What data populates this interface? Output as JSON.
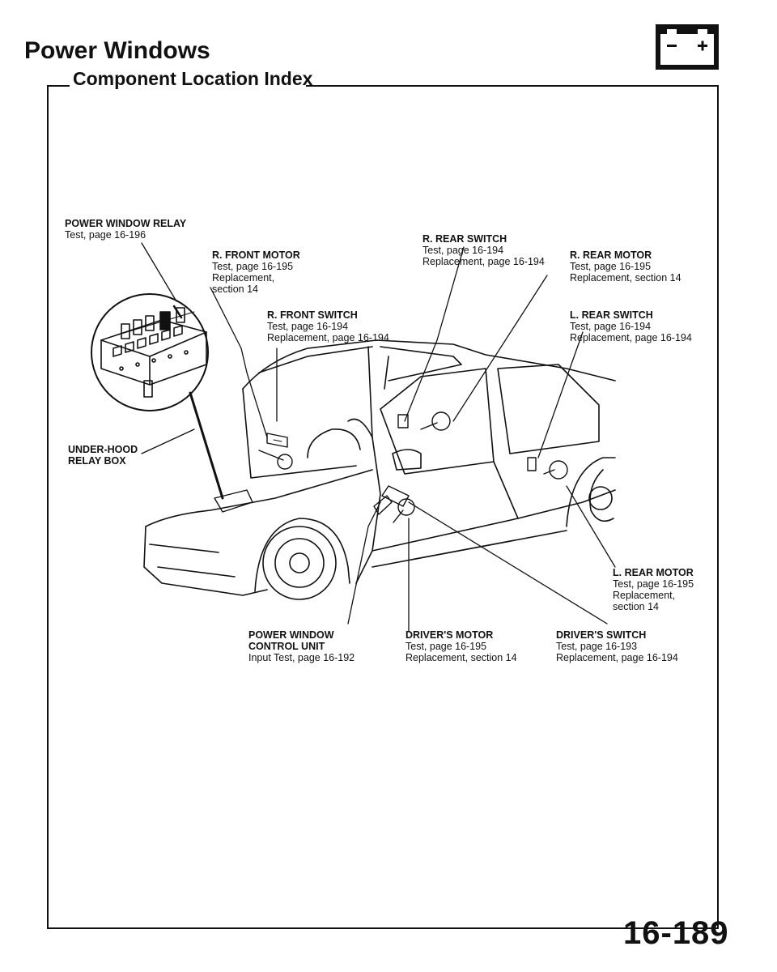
{
  "header": {
    "title": "Power Windows",
    "subtitle": "Component Location Index"
  },
  "labels": {
    "relay": {
      "name": "POWER WINDOW RELAY",
      "lines": [
        "Test, page 16-196"
      ]
    },
    "under_hood": {
      "name": "UNDER-HOOD",
      "name2": "RELAY BOX"
    },
    "r_front_motor": {
      "name": "R. FRONT MOTOR",
      "lines": [
        "Test, page 16-195",
        "Replacement,",
        "section 14"
      ]
    },
    "r_front_switch": {
      "name": "R. FRONT SWITCH",
      "lines": [
        "Test, page 16-194",
        "Replacement, page 16-194"
      ]
    },
    "r_rear_switch": {
      "name": "R. REAR SWITCH",
      "lines": [
        "Test, page 16-194",
        "Replacement, page 16-194"
      ]
    },
    "r_rear_motor": {
      "name": "R. REAR MOTOR",
      "lines": [
        "Test, page 16-195",
        "Replacement, section 14"
      ]
    },
    "l_rear_switch": {
      "name": "L. REAR SWITCH",
      "lines": [
        "Test, page 16-194",
        "Replacement, page 16-194"
      ]
    },
    "l_rear_motor": {
      "name": "L. REAR MOTOR",
      "lines": [
        "Test, page 16-195",
        "Replacement,",
        "section 14"
      ]
    },
    "control_unit": {
      "name": "POWER WINDOW",
      "name2": "CONTROL UNIT",
      "lines": [
        "Input Test, page 16-192"
      ]
    },
    "drivers_motor": {
      "name": "DRIVER'S MOTOR",
      "lines": [
        "Test, page 16-195",
        "Replacement, section 14"
      ]
    },
    "drivers_switch": {
      "name": "DRIVER'S SWITCH",
      "lines": [
        "Test, page 16-193",
        "Replacement, page 16-194"
      ]
    }
  },
  "footer": {
    "page_number": "16-189"
  },
  "icons": {
    "battery": "battery-icon"
  }
}
